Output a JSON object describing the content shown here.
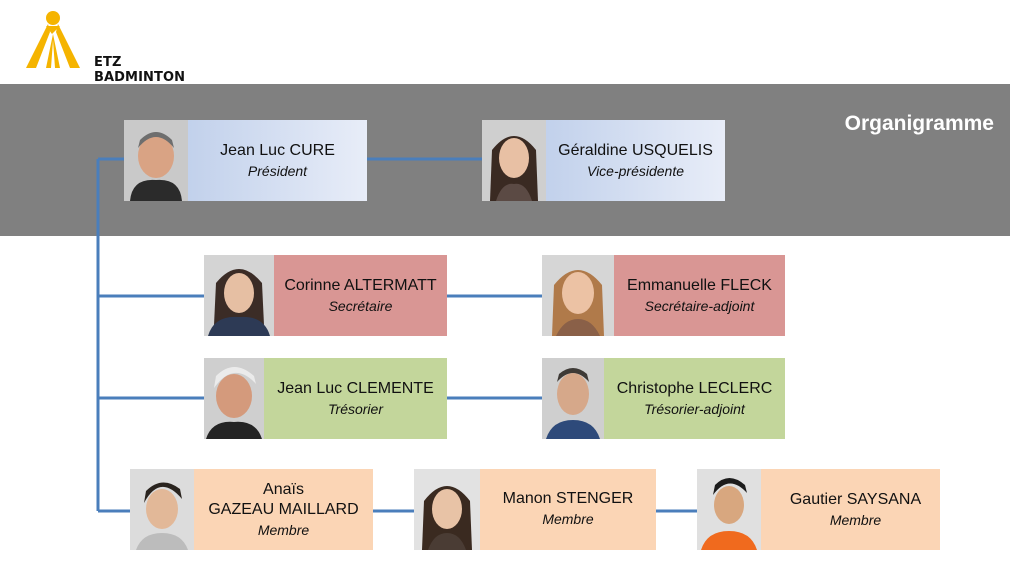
{
  "logo": {
    "text": "ETZ BADMINTON"
  },
  "title": "Organigramme",
  "colors": {
    "band": "#808080",
    "connector": "#4a7ebb",
    "logo_yellow": "#f5b400",
    "bureau_presidence": "#b4c7e7",
    "secretariat": "#d99694",
    "tresorerie": "#c3d69b",
    "membres": "#fbd5b5"
  },
  "people": {
    "president": {
      "name": "Jean Luc CURE",
      "role": "Président"
    },
    "vice_president": {
      "name": "Géraldine USQUELIS",
      "role": "Vice-présidente"
    },
    "secretary": {
      "name": "Corinne ALTERMATT",
      "role": "Secrétaire"
    },
    "secretary_deputy": {
      "name": "Emmanuelle FLECK",
      "role": "Secrétaire-adjoint"
    },
    "treasurer": {
      "name": "Jean Luc CLEMENTE",
      "role": "Trésorier"
    },
    "treasurer_deputy": {
      "name": "Christophe LECLERC",
      "role": "Trésorier-adjoint"
    },
    "member_1": {
      "name_line1": "Anaïs",
      "name_line2": "GAZEAU MAILLARD",
      "role": "Membre"
    },
    "member_2": {
      "name": "Manon STENGER",
      "role": "Membre"
    },
    "member_3": {
      "name": "Gautier SAYSANA",
      "role": "Membre"
    }
  }
}
